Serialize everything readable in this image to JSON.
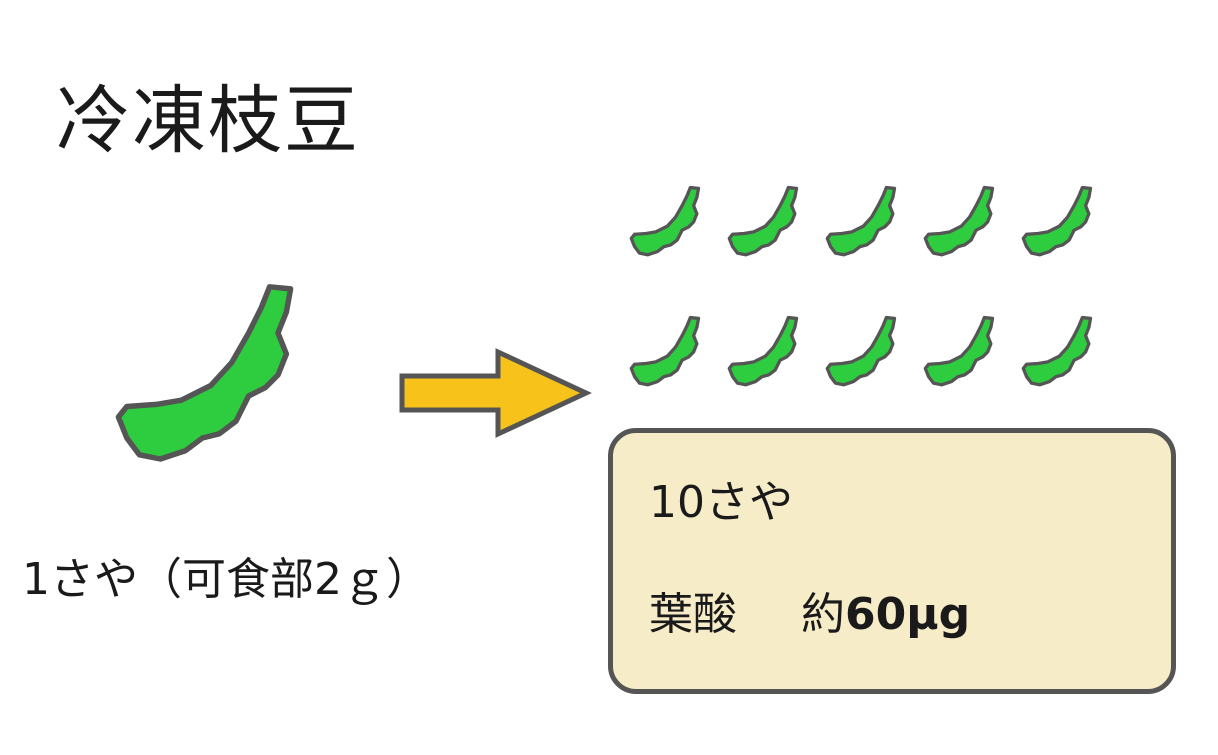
{
  "title": "冷凍枝豆",
  "single": {
    "caption": "1さや（可食部2ｇ）"
  },
  "grid": {
    "rows": 2,
    "per_row": 5
  },
  "info": {
    "count": "10さや",
    "label": "葉酸",
    "prefix": "約",
    "value": "60μg"
  },
  "colors": {
    "pod_fill": "#2ecc3f",
    "pod_outline": "#555555",
    "arrow_fill": "#f7c21a",
    "arrow_outline": "#555555",
    "box_fill": "#f6ecc8",
    "box_border": "#555555"
  },
  "icons": {
    "pod": "edamame-pod-icon",
    "arrow": "right-arrow-icon"
  }
}
